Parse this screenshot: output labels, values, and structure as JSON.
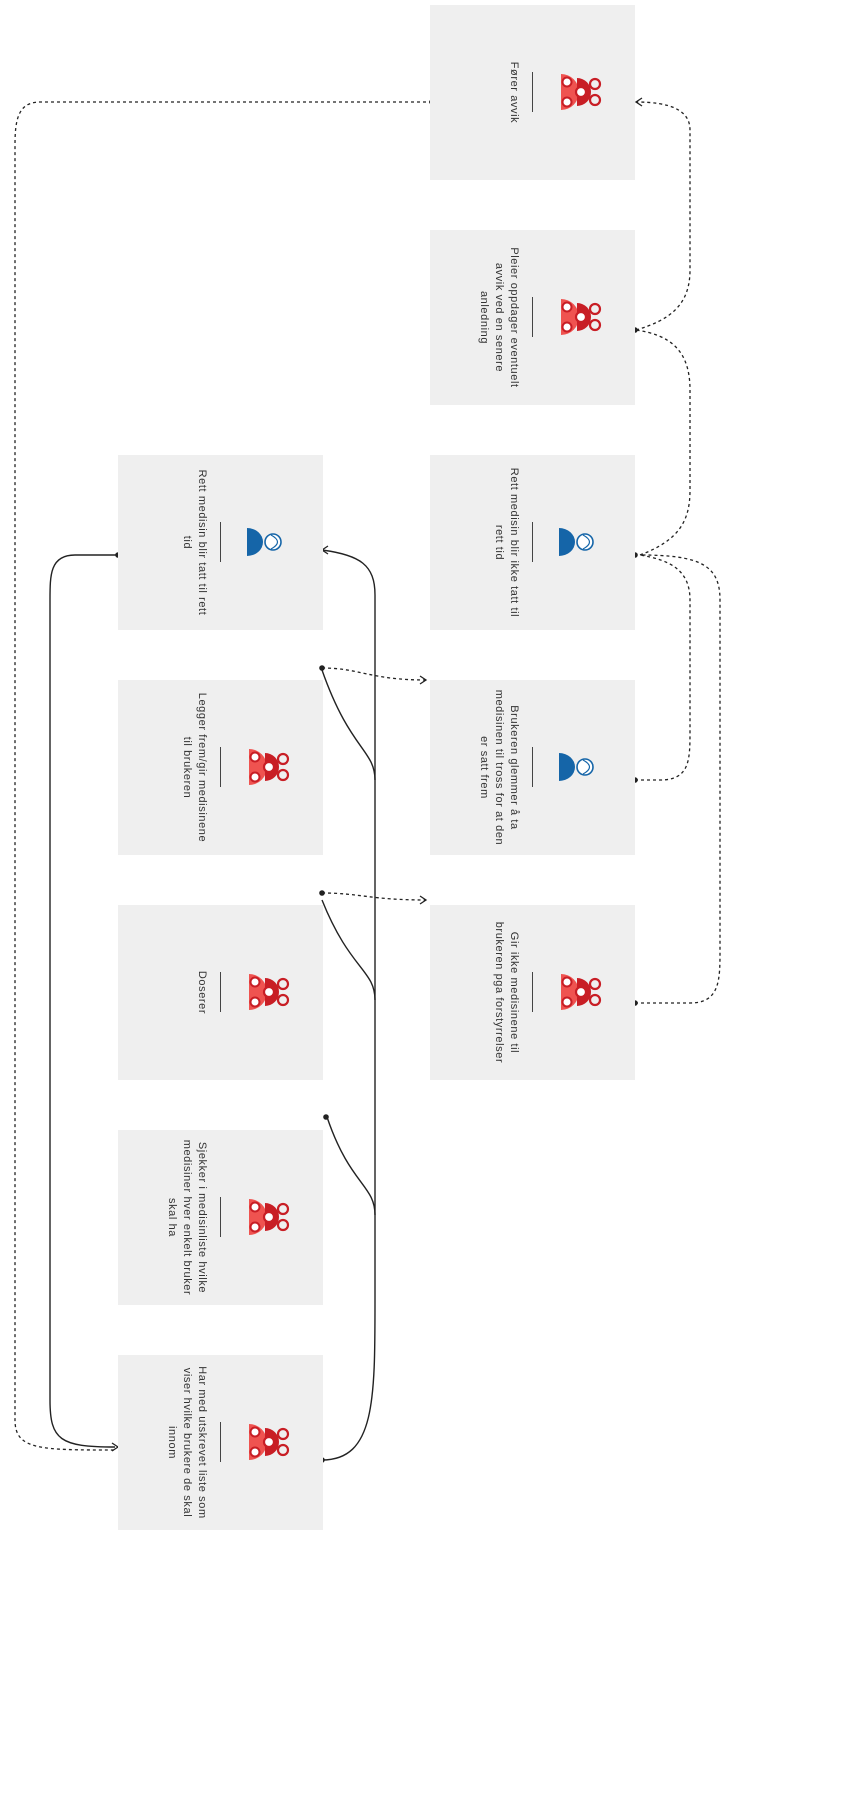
{
  "colors": {
    "card_bg": "#efefef",
    "nurse_red": "#c81e25",
    "nurse_light": "#ef5350",
    "patient_blue": "#1565a8",
    "line": "#222222"
  },
  "steps": [
    {
      "id": "s1",
      "label": "Har med utskrevet liste som viser hvilke brukere de skal innom",
      "actor": "nurse-team"
    },
    {
      "id": "s2",
      "label": "Sjekker i medisinliste hvilke medisiner hver enkelt bruker skal ha",
      "actor": "nurse-team"
    },
    {
      "id": "s3",
      "label": "Doserer",
      "actor": "nurse-team"
    },
    {
      "id": "s4",
      "label": "Legger frem/gir medisinene til brukeren",
      "actor": "nurse-team"
    },
    {
      "id": "s5",
      "label": "Rett medisin blir tatt til rett tid",
      "actor": "patient"
    },
    {
      "id": "s6",
      "label": "Gir ikke medisinene til brukeren pga forstyrrelser",
      "actor": "nurse-team"
    },
    {
      "id": "s7",
      "label": "Brukeren glemmer å ta medisinen til tross for at den er satt frem",
      "actor": "patient"
    },
    {
      "id": "s8",
      "label": "Rett medisin blir ikke tatt til rett tid",
      "actor": "patient"
    },
    {
      "id": "s9",
      "label": "Pleier oppdager eventuelt avvik ved en senere anledning",
      "actor": "nurse-team"
    },
    {
      "id": "s10",
      "label": "Fører avvik",
      "actor": "nurse-team"
    }
  ],
  "links": [
    {
      "from": "s1",
      "to": "s2",
      "style": "solid"
    },
    {
      "from": "s2",
      "to": "s3",
      "style": "solid"
    },
    {
      "from": "s3",
      "to": "s4",
      "style": "solid"
    },
    {
      "from": "s4",
      "to": "s5",
      "style": "solid"
    },
    {
      "from": "s5",
      "to": "s1",
      "style": "solid"
    },
    {
      "from": "s3",
      "to": "s6",
      "style": "dashed"
    },
    {
      "from": "s4",
      "to": "s7",
      "style": "dashed"
    },
    {
      "from": "s6",
      "to": "s8",
      "style": "dashed"
    },
    {
      "from": "s7",
      "to": "s8",
      "style": "dashed"
    },
    {
      "from": "s8",
      "to": "s9",
      "style": "dashed"
    },
    {
      "from": "s9",
      "to": "s10",
      "style": "dashed"
    },
    {
      "from": "s10",
      "to": "s1",
      "style": "dashed"
    }
  ]
}
